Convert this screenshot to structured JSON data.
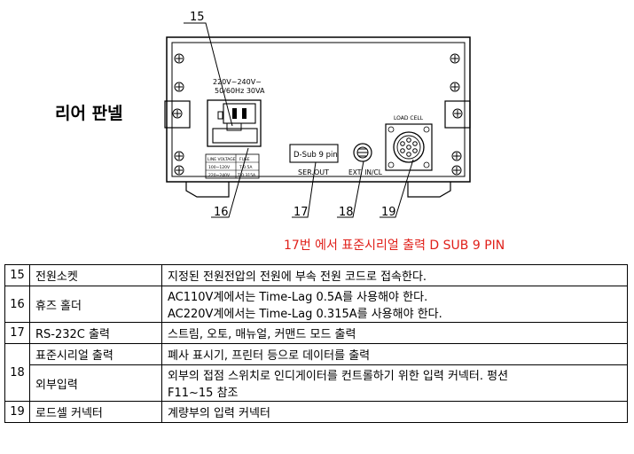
{
  "title": "리어 판넬",
  "callouts": {
    "c15": "15",
    "c16": "16",
    "c17": "17",
    "c18": "18",
    "c19": "19"
  },
  "panel": {
    "power_spec_line1": "220V~240V~",
    "power_spec_line2": "50/60Hz 30VA",
    "fuse_table": {
      "head_voltage": "LINE VOLTAGE",
      "head_fuse": "FUSE",
      "row1_voltage": "100~120V",
      "row1_fuse": "T 0.5A",
      "row2_voltage": "220~240V",
      "row2_fuse": "T 0.315A"
    },
    "dsub_label": "D-Sub 9 pin",
    "ser_out_label": "SER.OUT",
    "ext_in_label": "EXT. IN/CL",
    "load_cell_label": "LOAD CELL"
  },
  "note": "17번 에서 표준시리얼 출력 D SUB 9 PIN",
  "table": {
    "r15": {
      "num": "15",
      "name": "전원소켓",
      "desc": "지정된 전원전압의 전원에 부속 전원 코드로 접속한다."
    },
    "r16": {
      "num": "16",
      "name": "휴즈 홀더",
      "desc1": "AC110V계에서는 Time-Lag 0.5A를 사용해야 한다.",
      "desc2": "AC220V계에서는 Time-Lag 0.315A를 사용해야 한다."
    },
    "r17": {
      "num": "17",
      "name": "RS-232C 출력",
      "desc": "스트림, 오토, 매뉴얼, 커맨드 모드 출력"
    },
    "r18": {
      "num": "18",
      "name_a": "표준시리얼 출력",
      "desc_a": "폐사 표시기, 프린터 등으로 데이터를 출력",
      "name_b": "외부입력",
      "desc_b1": "외부의 접점 스위치로 인디게이터를 컨트롤하기 위한 입력 커넥터. 펑션",
      "desc_b2": "F11~15 참조"
    },
    "r19": {
      "num": "19",
      "name": "로드셀 커넥터",
      "desc": "계량부의 입력 커넥터"
    }
  }
}
